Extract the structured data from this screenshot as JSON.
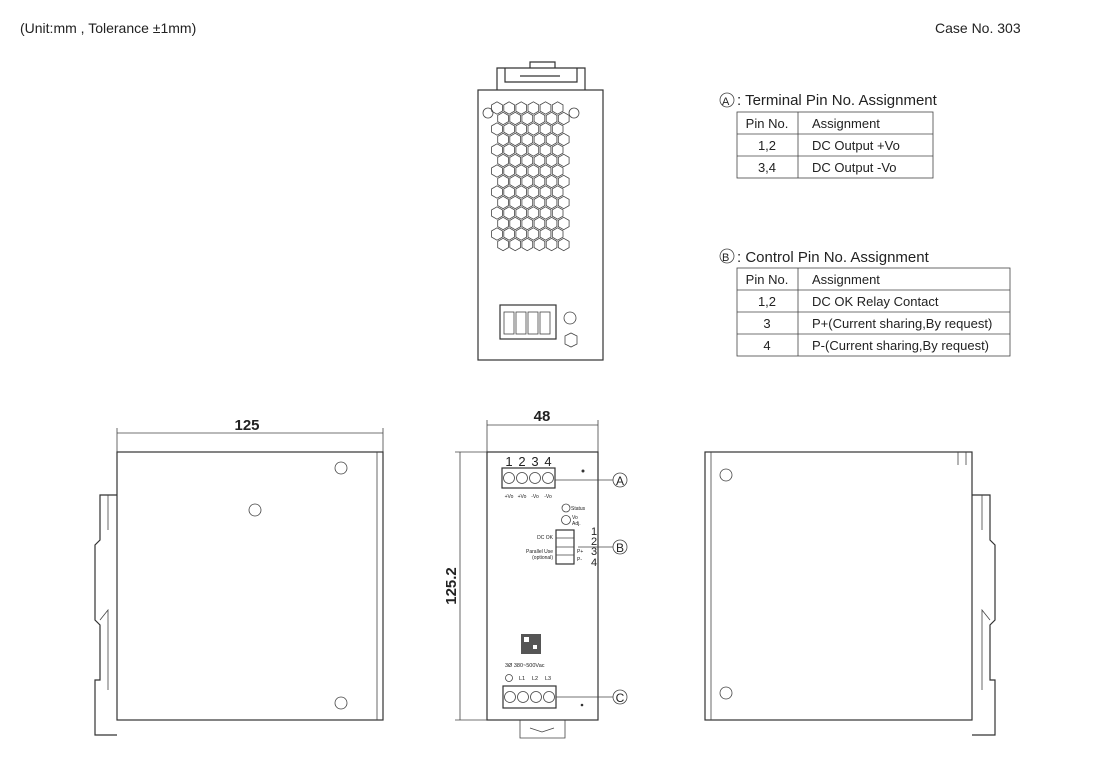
{
  "header": {
    "unit_note": "(Unit:mm , Tolerance ±1mm)",
    "case_no": "Case No. 303"
  },
  "table_a": {
    "marker": "A",
    "title": ": Terminal Pin No.  Assignment",
    "headers": [
      "Pin No.",
      "Assignment"
    ],
    "rows": [
      [
        "1,2",
        "DC Output +Vo"
      ],
      [
        "3,4",
        "DC Output -Vo"
      ]
    ]
  },
  "table_b": {
    "marker": "B",
    "title": ": Control Pin No.  Assignment",
    "headers": [
      "Pin No.",
      "Assignment"
    ],
    "rows": [
      [
        "1,2",
        "DC OK Relay Contact"
      ],
      [
        "3",
        "P+(Current sharing,By request)"
      ],
      [
        "4",
        "P-(Current sharing,By request)"
      ]
    ]
  },
  "dimensions": {
    "length": "125",
    "width": "48",
    "height": "125.2"
  },
  "front_panel": {
    "output_pins": [
      "1",
      "2",
      "3",
      "4"
    ],
    "output_labels": [
      "+Vo",
      "+Vo",
      "-Vo",
      "-Vo"
    ],
    "status": "Status",
    "vo_adj_1": "Vo",
    "vo_adj_2": "Adj.",
    "dc_ok": "DC OK",
    "parallel_1": "Parallel Use",
    "parallel_2": "(optional)",
    "control_pins": [
      "1",
      "2",
      "3",
      "4"
    ],
    "control_labels": [
      "P+",
      "P-"
    ],
    "input_rating": "3Ø  380~500Vac",
    "input_labels": [
      "L1",
      "L2",
      "L3"
    ],
    "callouts": [
      "A",
      "B",
      "C"
    ]
  }
}
